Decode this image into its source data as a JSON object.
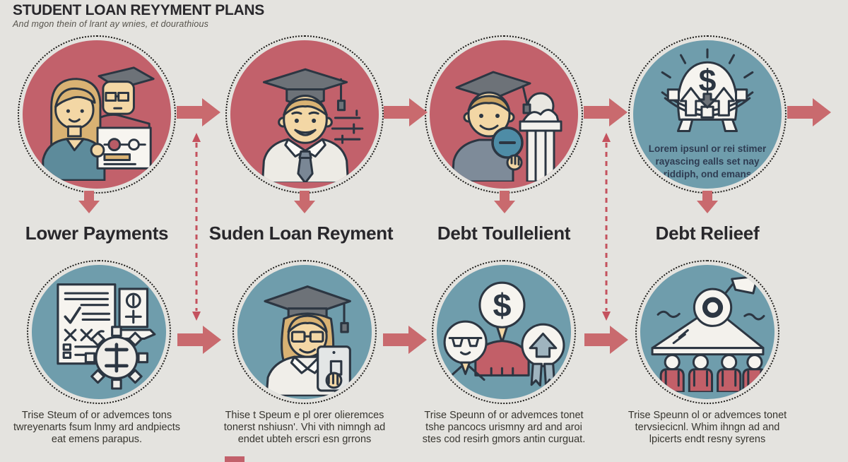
{
  "title": "STUDENT LOAN REYYMENT PLANS",
  "subtitle": "And mgon thein of lrant ay wnies, et dourathious",
  "colors": {
    "background": "#e4e3df",
    "red_circle": "#c2616b",
    "blue_circle": "#6f9dac",
    "arrow": "#c96a6e",
    "dashed_connector": "#c4525e",
    "heading_text": "#28272b",
    "body_text": "#37352f",
    "caption_text": "#2e3c52"
  },
  "icons": {
    "flow_arrow": "right-arrow",
    "step_down_arrow": "down-arrow",
    "feedback_connector": "vertical-dashed-double-arrow"
  },
  "columns": [
    {
      "heading": "Lower Payments",
      "top_icon": "parents-and-graduate-holding-chart",
      "bottom_icon": "checklist-document-gear-dollar",
      "description": "Trise Steum of or advemces tons twreyenarts fsum lnmy ard andpiects eat emens parapus."
    },
    {
      "heading": "Suden Loan Reyment",
      "top_icon": "graduate-man-with-checklist-lines",
      "bottom_icon": "graduate-woman-with-tablet",
      "description": "Thise t Speum e pl orer olieremces tonerst nshiusn'. Vhi vith nimngh ad endet ubteh erscri esn grrons"
    },
    {
      "heading": "Debt Toullelient",
      "top_icon": "graduate-with-column-and-minus-lens",
      "bottom_icon": "dollar-person-glasses-and-award",
      "description": "Trise Speunn of or advemces tonet tshe pancocs urismny ard and aroi stes cod resirh gmors antin curguat."
    },
    {
      "heading": "Debt Relieef",
      "top_icon": "dollar-dome-with-rising-arrows",
      "top_caption": "Lorem ipsunl or rei stimer rayascing ealls set nay riddiph, ond emans",
      "bottom_icon": "team-under-roof-with-target-flag",
      "description": "Trise Speunn ol or advemces tonet tervsiecicnl. Whim ihngn ad and lpicerts endt resny syrens"
    }
  ]
}
